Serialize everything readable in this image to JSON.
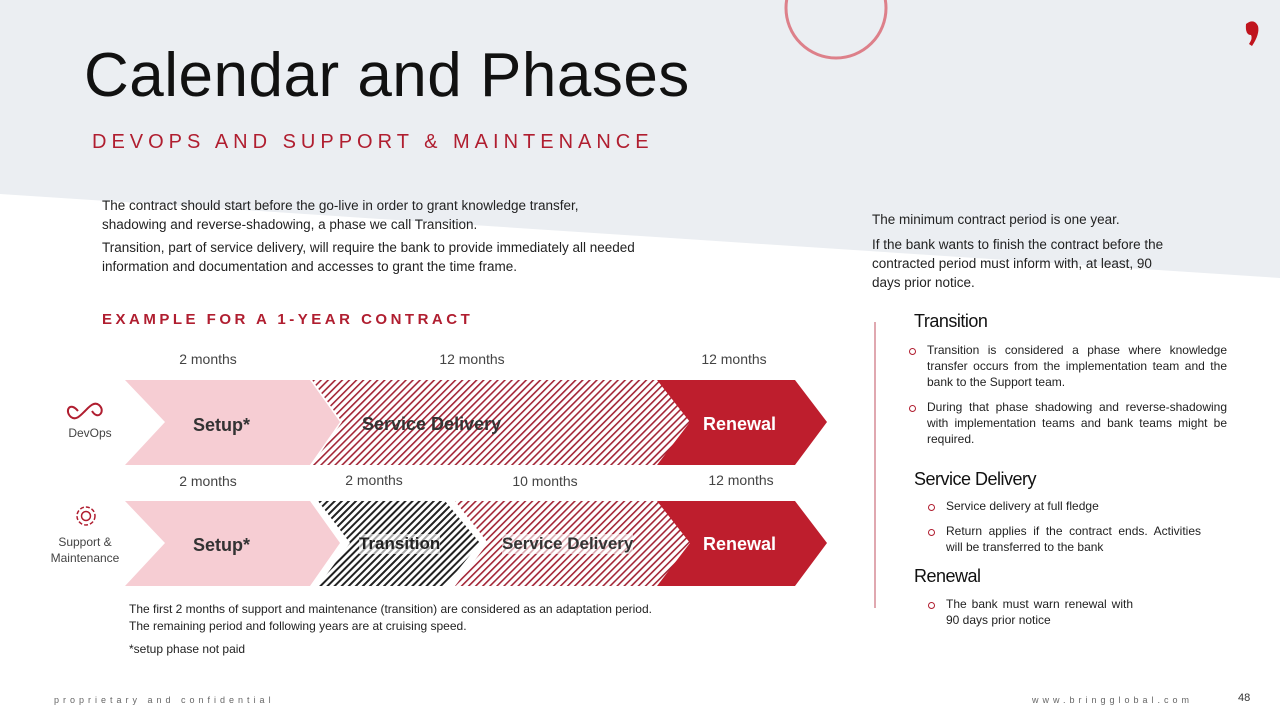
{
  "title": "Calendar and Phases",
  "subtitle": "DEVOPS AND SUPPORT & MAINTENANCE",
  "intro": [
    "The contract should start before the go-live in order to grant knowledge transfer, shadowing and reverse-shadowing, a phase we call Transition.",
    "Transition, part of service delivery, will require the bank  to provide immediately all needed information and documentation and accesses to grant the time frame."
  ],
  "right_intro": [
    "The minimum contract period is one year.",
    "If the bank wants to finish the contract before the contracted period must inform with, at least, 90 days prior notice."
  ],
  "example_heading": "EXAMPLE FOR A 1-YEAR CONTRACT",
  "devops": {
    "label": "DevOps",
    "durations": [
      "2 months",
      "12 months",
      "12 months"
    ],
    "phases": [
      "Setup*",
      "Service Delivery",
      "Renewal"
    ]
  },
  "support": {
    "label": "Support & Maintenance",
    "durations": [
      "2 months",
      "2 months",
      "10 months",
      "12 months"
    ],
    "phases": [
      "Setup*",
      "Transition",
      "Service Delivery",
      "Renewal"
    ]
  },
  "notes": [
    "The first 2 months of support and maintenance (transition) are considered as an adaptation period.",
    "The remaining period and following years are at cruising speed.",
    "*setup phase not paid"
  ],
  "sections": [
    {
      "title": "Transition",
      "bullets": [
        "Transition is considered a phase where knowledge transfer occurs from the implementation team and the bank to the Support team.",
        "During that phase shadowing and reverse-shadowing with implementation teams and bank teams might be required."
      ]
    },
    {
      "title": "Service Delivery",
      "bullets": [
        "Service delivery at full fledge",
        "Return applies if the contract ends. Activities will be transferred to the bank"
      ]
    },
    {
      "title": "Renewal",
      "bullets": [
        "The bank must warn renewal with 90 days prior notice"
      ]
    }
  ],
  "footer": {
    "left": "proprietary and confidential",
    "right": "www.bringglobal.com",
    "page": "48"
  },
  "colors": {
    "accent": "#b01e30",
    "setup": "#f6cdd3",
    "renewal": "#be1e2d"
  }
}
